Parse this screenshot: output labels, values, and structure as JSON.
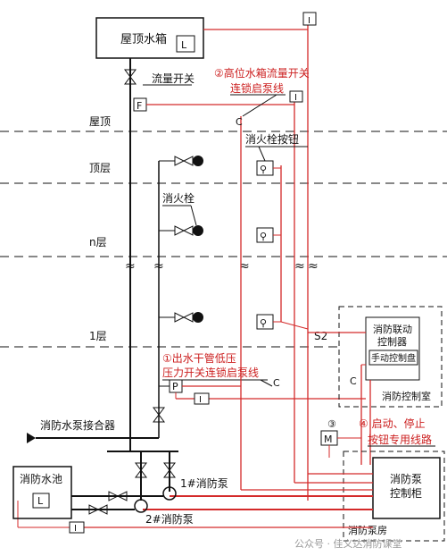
{
  "labels": {
    "roof_tank": "屋顶水箱",
    "level_sensor": "L",
    "flow_switch": "流量开关",
    "flow_switch_symbol": "F",
    "note2": "②高位水箱流量开关",
    "note2b": "连锁启泵线",
    "floor_roof": "屋顶",
    "floor_top": "顶层",
    "floor_n": "n层",
    "floor_1": "1层",
    "hydrant_button": "消火栓按钮",
    "hydrant": "消火栓",
    "note1": "①出水干管低压",
    "note1b": "压力开关连锁启泵线",
    "pressure_switch": "P",
    "c_mark": "C",
    "i_mark": "I",
    "s2": "S2",
    "fire_linkage_ctrl": "消防联动",
    "fire_linkage_ctrl2": "控制器",
    "manual_panel": "手动控制盘",
    "fire_control_room": "消防控制室",
    "note3": "③",
    "note4": "④ 启动、停止",
    "note4b": "按钮专用线路",
    "motor": "M",
    "pump_adapter": "消防水泵接合器",
    "fire_pool": "消防水池",
    "pump1": "1#消防泵",
    "pump2": "2#消防泵",
    "pump_cabinet": "消防泵",
    "pump_cabinet2": "控制柜",
    "pump_room": "消防泵房",
    "watermark": "公众号 · 佳义达消防课堂"
  }
}
